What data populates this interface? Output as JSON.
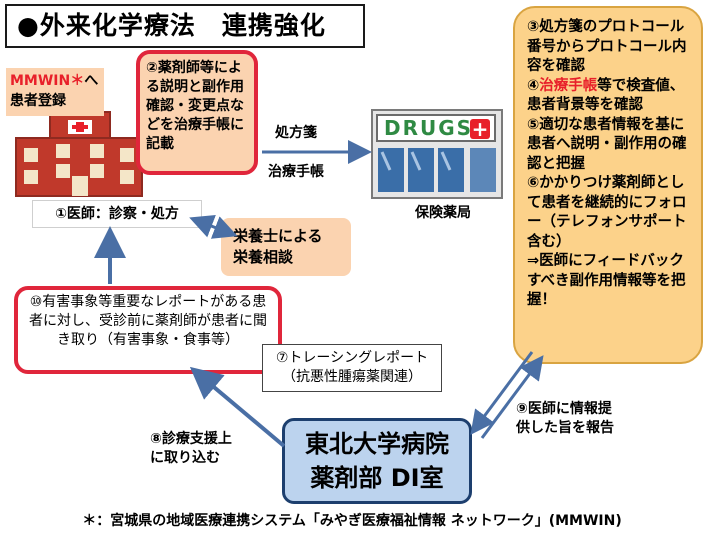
{
  "title": "●外来化学療法　連携強化",
  "mmwin_box": {
    "red_text": "MMWIN＊",
    "suffix": "へ",
    "line2": "患者登録"
  },
  "step2": "②薬剤師等による説明と副作用確認・変更点などを治療手帳に記載",
  "arrow_labels": {
    "prescription": "処方箋",
    "treatment_notebook": "治療手帳"
  },
  "pharmacy_sign": {
    "text": "DRUGS",
    "plus": "+"
  },
  "pharmacy_label": "保険薬局",
  "step1": "①医師：診察・処方",
  "nutrition": "栄養士による\n栄養相談",
  "pharmacy_box": {
    "item3": "③処方箋のプロトコール番号からプロトコール内容を確認",
    "item4_prefix": "④",
    "item4_red": "治療手帳",
    "item4_rest": "等で検査値、患者背景等を確認",
    "item5": "⑤適切な患者情報を基に患者へ説明・副作用の確認と把握",
    "item6": "⑥かかりつけ薬剤師として患者を継続的にフォロー（テレフォンサポート含む）",
    "feedback": "⇒医師にフィードバックすべき副作用情報等を把握！"
  },
  "step10": "⑩有害事象等重要なレポートがある患者に対し、受診前に薬剤師が患者に聞き取り（有害事象・食事等）",
  "step7": "⑦トレーシングレポート\n（抗悪性腫瘍薬関連）",
  "step8": "⑧診療支援上\nに取り込む",
  "step9": "⑨医師に情報提\n供した旨を報告",
  "university": "東北大学病院\n薬剤部 DI室",
  "footnote": "＊：宮城県の地域医療連携システム「みやぎ医療福祉情報 ネットワーク」(MMWIN)",
  "colors": {
    "peach": "#fbd3b0",
    "orange_box": "#fcd28a",
    "red_border": "#e0263b",
    "blue_box": "#bcd3ee",
    "arrow_blue": "#4a6fa5",
    "hospital_red": "#b8312f"
  },
  "icons": [
    "hospital-building-icon",
    "pharmacy-store-icon"
  ]
}
